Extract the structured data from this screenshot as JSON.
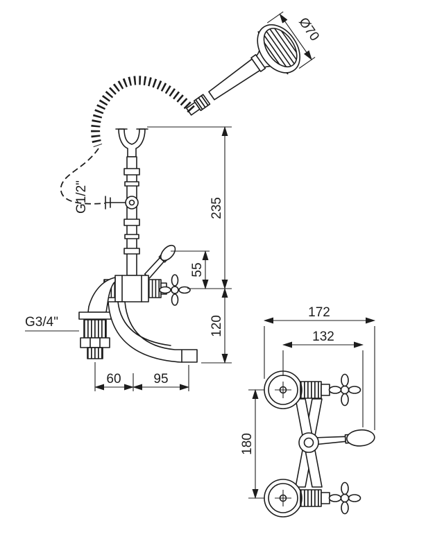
{
  "document": {
    "type": "technical-dimension-drawing",
    "subject": "Bath-shower mixer with hand shower, front view and top view",
    "background": "#ffffff",
    "line_color": "#1d1d1d"
  },
  "labels": {
    "shower_head_diameter": "Ø70",
    "hose_thread": "G1/2\"",
    "inlet_thread": "G3/4\"",
    "dim_riser_height": "235",
    "dim_handle_rise": "55",
    "dim_spout_drop": "120",
    "dim_inlet_offset": "60",
    "dim_spout_reach": "95",
    "dim_overall_depth": "172",
    "dim_body_depth": "132",
    "dim_inlet_centres": "180"
  }
}
